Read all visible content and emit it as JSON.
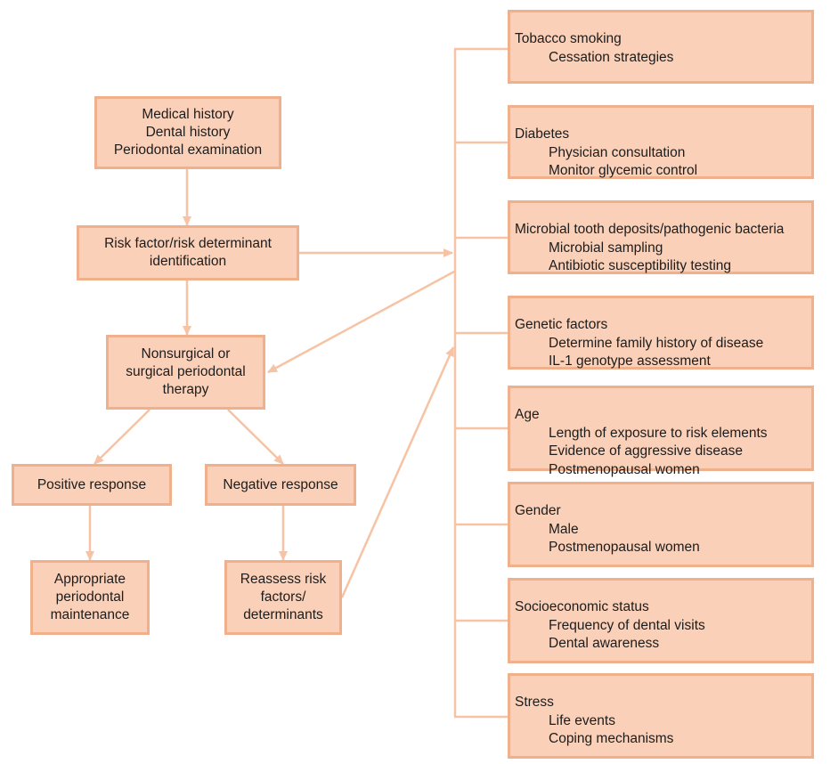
{
  "colors": {
    "box_fill": "#fbd0b8",
    "box_border": "#f1b08c",
    "connector": "#f6c3a4"
  },
  "flow": {
    "assessment": [
      "Medical history",
      "Dental history",
      "Periodontal examination"
    ],
    "identification": [
      "Risk factor/risk determinant",
      "identification"
    ],
    "therapy": [
      "Nonsurgical or",
      "surgical periodontal",
      "therapy"
    ],
    "positive": "Positive response",
    "negative": "Negative response",
    "maintenance": [
      "Appropriate",
      "periodontal",
      "maintenance"
    ],
    "reassess": [
      "Reassess risk",
      "factors/",
      "determinants"
    ]
  },
  "risk_factors": [
    {
      "title": "Tobacco smoking",
      "items": [
        "Cessation strategies"
      ]
    },
    {
      "title": "Diabetes",
      "items": [
        "Physician consultation",
        "Monitor glycemic control"
      ]
    },
    {
      "title": "Microbial tooth deposits/pathogenic bacteria",
      "items": [
        "Microbial sampling",
        "Antibiotic susceptibility testing"
      ]
    },
    {
      "title": "Genetic factors",
      "items": [
        "Determine family history of disease",
        "IL-1 genotype assessment"
      ]
    },
    {
      "title": "Age",
      "items": [
        "Length of exposure to risk elements",
        "Evidence of aggressive disease",
        "Postmenopausal women"
      ]
    },
    {
      "title": "Gender",
      "items": [
        "Male",
        "Postmenopausal women"
      ]
    },
    {
      "title": "Socioeconomic status",
      "items": [
        "Frequency of dental visits",
        "Dental awareness"
      ]
    },
    {
      "title": "Stress",
      "items": [
        "Life events",
        "Coping mechanisms"
      ]
    }
  ]
}
